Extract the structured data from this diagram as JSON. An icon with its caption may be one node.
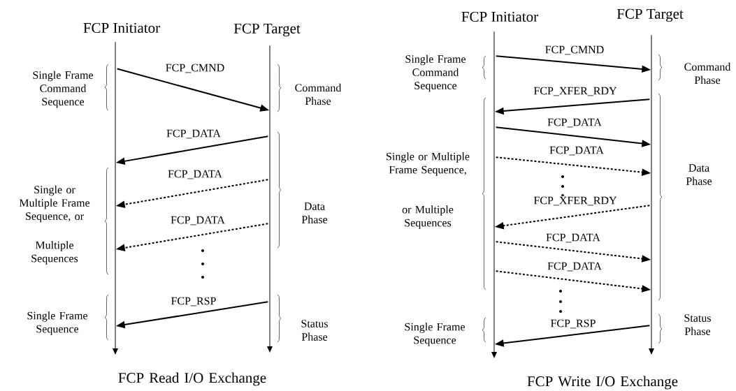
{
  "diagram": {
    "nodes": [
      {
        "text": [
          "FCP Initiator"
        ]
      },
      {
        "text": [],
        "shape": "bar"
      },
      {
        "text": [
          "FCP Target"
        ]
      },
      {
        "text": [],
        "shape": "bar"
      },
      {
        "text": [
          "FCP Initiator"
        ]
      },
      {
        "text": [],
        "shape": "bar"
      },
      {
        "text": [
          "FCP Target"
        ]
      },
      {
        "text": [],
        "shape": "bar"
      }
    ],
    "edges": [
      {
        "from": 1,
        "to": 3,
        "arrow": "to",
        "label": "FCP_CMND"
      },
      {
        "from": 3,
        "to": 1,
        "arrow": "to",
        "label": "FCP_DATA"
      },
      {
        "from": 3,
        "to": 1,
        "arrow": "to",
        "label": "FCP_DATA",
        "style": "dashed"
      },
      {
        "from": 3,
        "to": 1,
        "arrow": "to",
        "label": "FCP_DATA",
        "style": "dashed"
      },
      {
        "from": 3,
        "to": 1,
        "arrow": "to",
        "label": "FCP_RSP"
      },
      {
        "from": 5,
        "to": 7,
        "arrow": "to",
        "label": "FCP_CMND"
      },
      {
        "from": 7,
        "to": 5,
        "arrow": "to",
        "label": "FCP_XFER_RDY"
      },
      {
        "from": 5,
        "to": 7,
        "arrow": "to",
        "label": "FCP_DATA"
      },
      {
        "from": 5,
        "to": 7,
        "arrow": "to",
        "label": "FCP_DATA",
        "style": "dashed"
      },
      {
        "from": 7,
        "to": 5,
        "arrow": "to",
        "label": "FCP_XFER_RDY",
        "style": "dashed"
      },
      {
        "from": 5,
        "to": 7,
        "arrow": "to",
        "label": "FCP_DATA",
        "style": "dashed"
      },
      {
        "from": 5,
        "to": 7,
        "arrow": "to",
        "label": "FCP_DATA",
        "style": "dashed"
      },
      {
        "from": 7,
        "to": 5,
        "arrow": "to",
        "label": "FCP_RSP"
      }
    ],
    "labels": [
      "Single Frame Command Sequence",
      "Command Phase",
      "Single or Multiple Frame Sequence, or",
      "Multiple Sequences",
      "Data Phase",
      "Single Frame Sequence",
      "Status Phase",
      "FCP Read I/O Exchange",
      "Single Frame Command Sequence",
      "Command Phase",
      "Single or Multiple Frame Sequence,",
      "or Multiple Sequences",
      "Data Phase",
      "Single Frame Sequence",
      "Status Phase",
      "FCP Write I/O Exchange"
    ]
  }
}
